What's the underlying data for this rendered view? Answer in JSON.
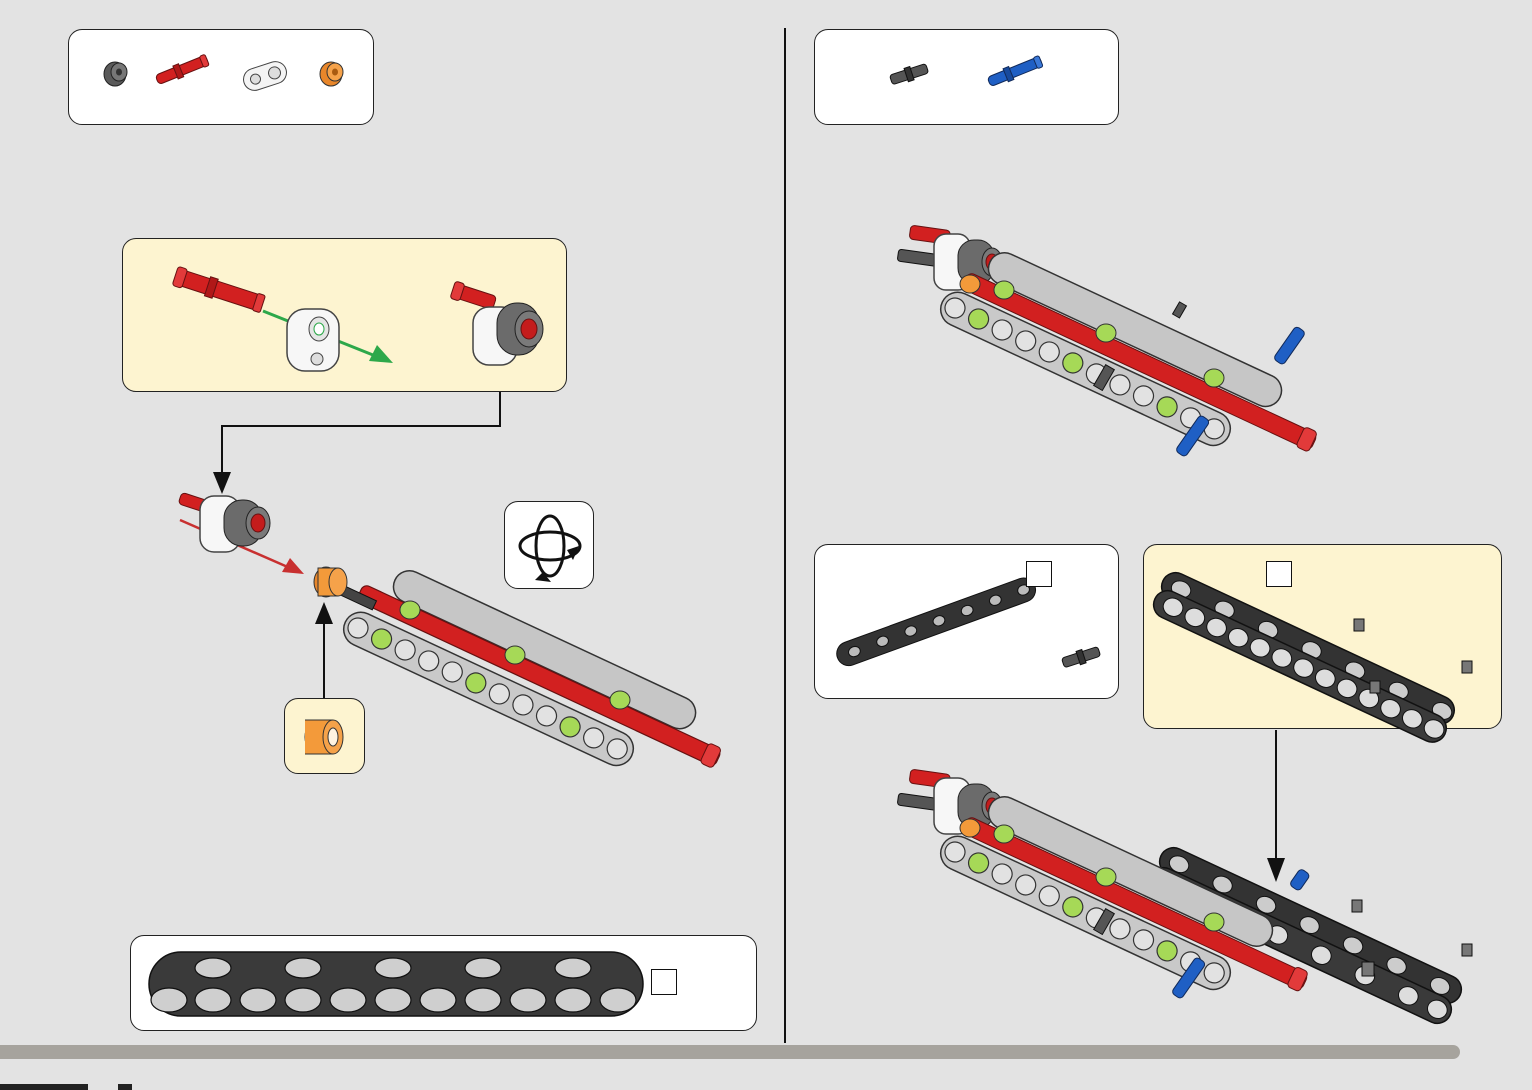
{
  "page": {
    "background": "#e3e3e3",
    "box_fill": "#ffffff",
    "callout_fill": "#fdf4d0",
    "footer_bar_color": "#a6a39d"
  },
  "parts_lists": {
    "left_step": [
      "dark-gray-bush",
      "red-axle-pin",
      "white-pin-connector",
      "orange-half-bush"
    ],
    "right_step": [
      "dark-gray-pin",
      "blue-axle-pin"
    ]
  },
  "icons": {
    "rotate": "rotate-model-icon",
    "checkboxes": [
      "beam-checkbox",
      "beam-checkbox",
      "beam-checkbox"
    ]
  },
  "colors": {
    "red": "#d22020",
    "blue": "#1f5fc4",
    "orange": "#f39a3a",
    "gray": "#b8b8b8",
    "dark": "#3a3a3a",
    "lime": "#a6d957",
    "green_arrow": "#2da84a",
    "red_arrow": "#c83030"
  }
}
